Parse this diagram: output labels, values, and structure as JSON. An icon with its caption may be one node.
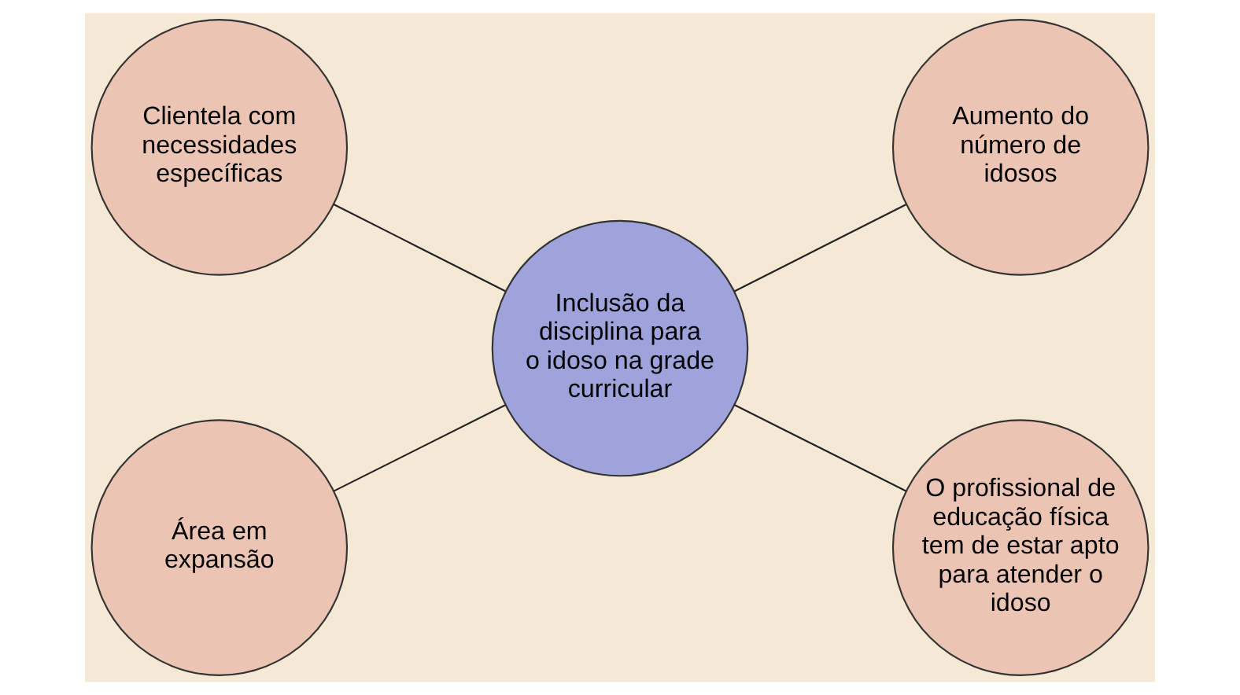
{
  "diagram": {
    "nodes": [
      {
        "text": [
          "Clientela com necessidades específicas"
        ]
      },
      {
        "text": [
          "Aumento do número de idosos"
        ]
      },
      {
        "text": [
          "Inclusão da disciplina para o idoso na grade curricular"
        ]
      },
      {
        "text": [
          "Área em expansão"
        ]
      },
      {
        "text": [
          "O profissional de educação física tem de estar apto para atender o idoso"
        ]
      }
    ],
    "edges": [
      {
        "from": 0,
        "to": 2,
        "arrow": "none"
      },
      {
        "from": 2,
        "to": 1,
        "arrow": "none"
      },
      {
        "from": 3,
        "to": 2,
        "arrow": "none"
      },
      {
        "from": 2,
        "to": 4,
        "arrow": "none"
      }
    ]
  }
}
